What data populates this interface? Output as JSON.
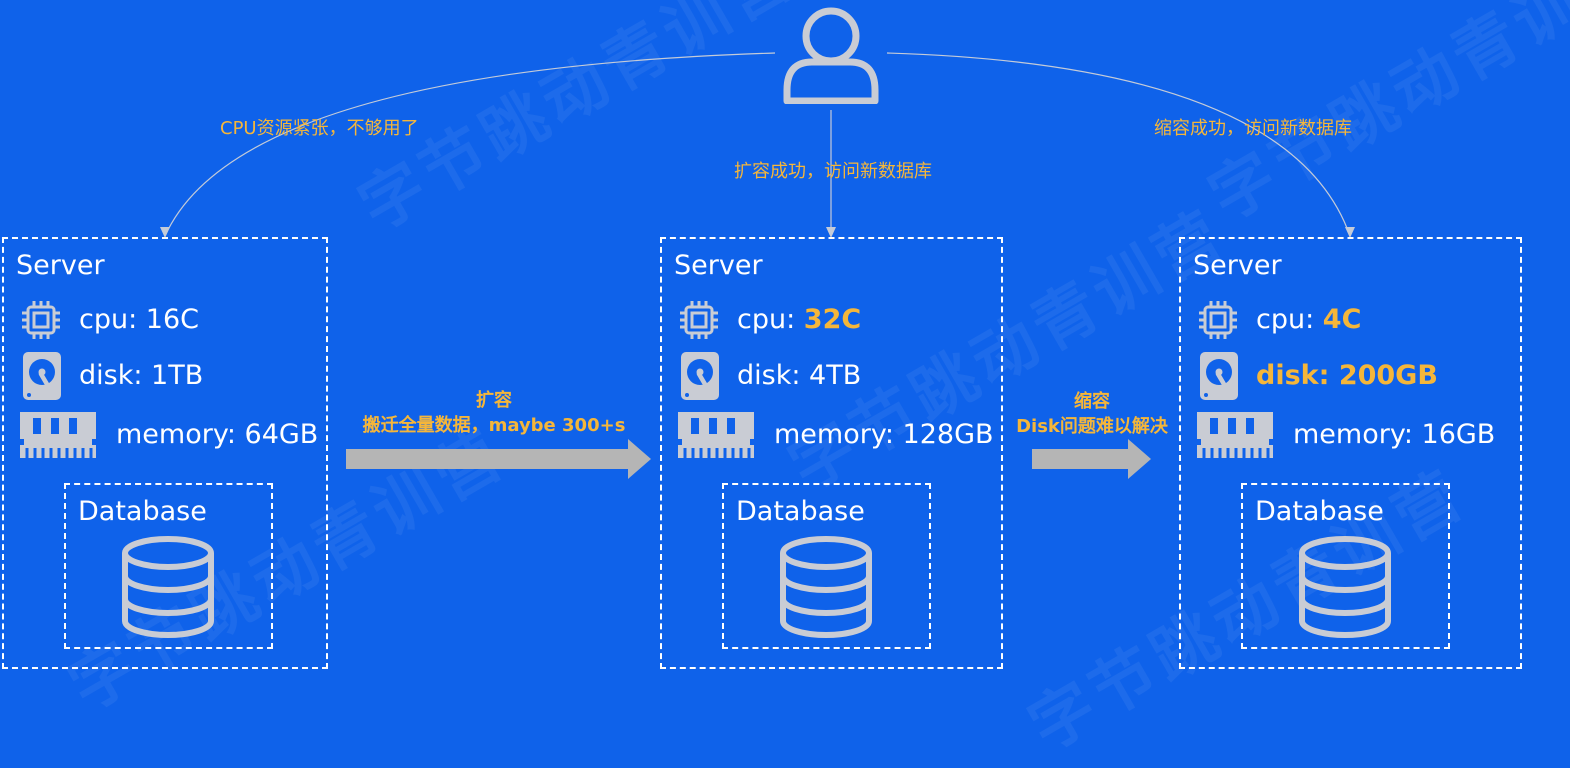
{
  "colors": {
    "background": "#0f62ea",
    "highlight": "#f5b63a",
    "icon_gray": "#c9ccd4",
    "arrow_gray": "#b5b5b5",
    "connector": "#c4cbd8"
  },
  "watermark": "字节跳动青训营",
  "user": {
    "icon": "user-icon"
  },
  "edges": {
    "left_label": "CPU资源紧张，不够用了",
    "middle_label": "扩容成功，访问新数据库",
    "right_label": "缩容成功，访问新数据库"
  },
  "transitions": [
    {
      "line1": "扩容",
      "line2": "搬迁全量数据，maybe 300+s"
    },
    {
      "line1": "缩容",
      "line2": "Disk问题难以解决"
    }
  ],
  "servers": [
    {
      "title": "Server",
      "cpu": {
        "label": "cpu: ",
        "value": "16C",
        "highlight": false
      },
      "disk": {
        "label": "disk: ",
        "value": "1TB",
        "highlight": false
      },
      "memory": {
        "label": "memory: ",
        "value": "64GB",
        "highlight": false
      },
      "database": {
        "title": "Database"
      }
    },
    {
      "title": "Server",
      "cpu": {
        "label": "cpu: ",
        "value": "32C",
        "highlight": true
      },
      "disk": {
        "label": "disk: ",
        "value": "4TB",
        "highlight": false
      },
      "memory": {
        "label": "memory: ",
        "value": "128GB",
        "highlight": false
      },
      "database": {
        "title": "Database"
      }
    },
    {
      "title": "Server",
      "cpu": {
        "label": "cpu: ",
        "value": "4C",
        "highlight": true
      },
      "disk": {
        "label": "disk: ",
        "value": "200GB",
        "highlight": true
      },
      "memory": {
        "label": "memory: ",
        "value": "16GB",
        "highlight": false
      },
      "database": {
        "title": "Database"
      }
    }
  ]
}
